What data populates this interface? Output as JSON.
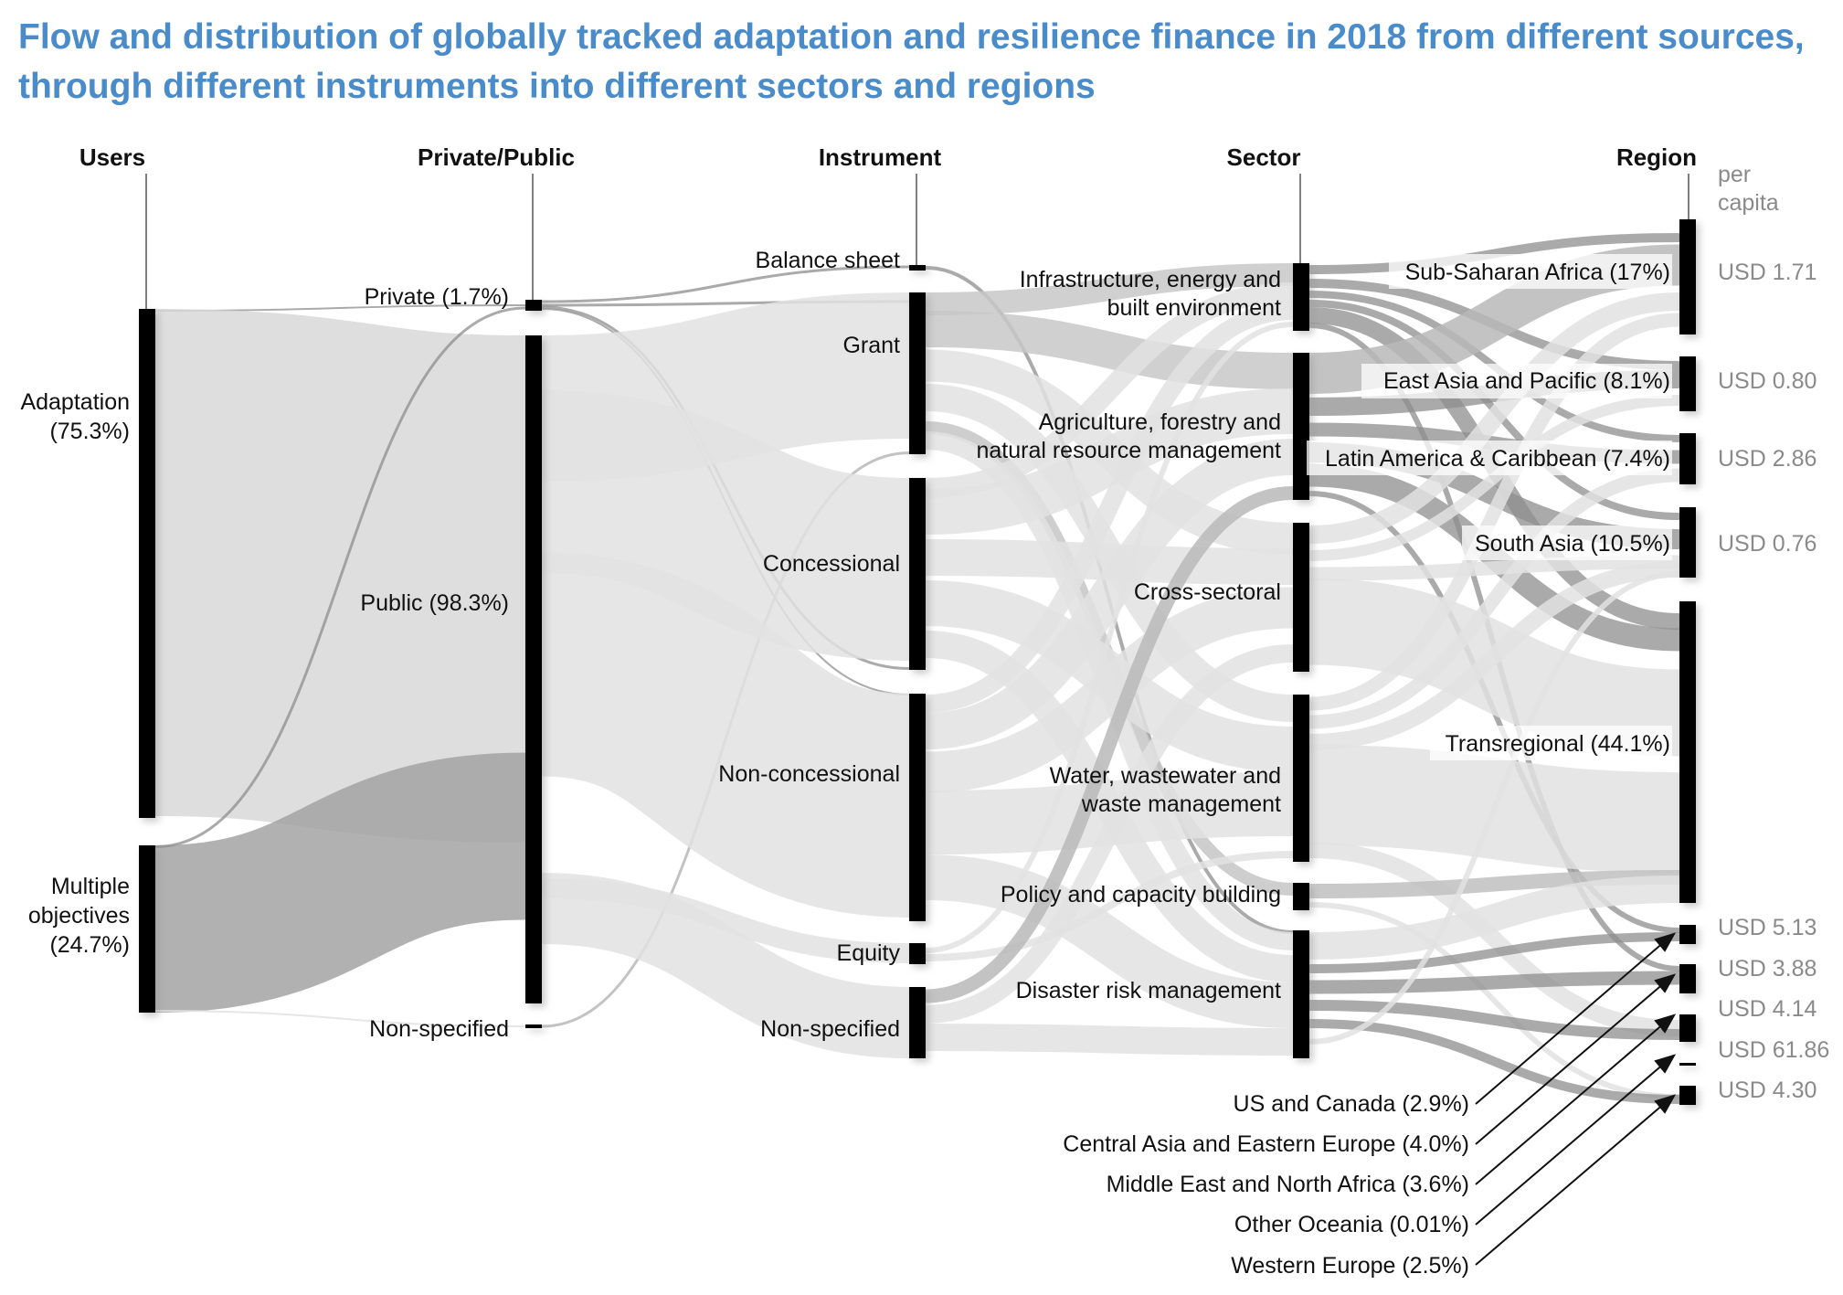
{
  "title": {
    "line1": "Flow and distribution of globally tracked adaptation and resilience finance in 2018 from different sources,",
    "line2": "through different instruments into different sectors and regions"
  },
  "columns": [
    "Users",
    "Private/Public",
    "Instrument",
    "Sector",
    "Region"
  ],
  "per_capita_header": [
    "per",
    "capita"
  ],
  "users": {
    "adaptation": [
      "Adaptation",
      "(75.3%)"
    ],
    "multiple": [
      "Multiple",
      "objectives",
      "(24.7%)"
    ]
  },
  "private_public": {
    "private": "Private (1.7%)",
    "public": "Public (98.3%)",
    "non_specified": "Non-specified"
  },
  "instrument": {
    "balance_sheet": "Balance sheet",
    "grant": "Grant",
    "concessional": "Concessional",
    "non_concessional": "Non-concessional",
    "equity": "Equity",
    "non_specified": "Non-specified"
  },
  "sector": {
    "infrastructure": [
      "Infrastructure, energy and",
      "built environment"
    ],
    "agriculture": [
      "Agriculture, forestry and",
      "natural resource management"
    ],
    "cross_sectoral": "Cross-sectoral",
    "water": [
      "Water, wastewater and",
      "waste management"
    ],
    "policy": "Policy and capacity building",
    "disaster": "Disaster risk management"
  },
  "region": {
    "ssa": "Sub-Saharan Africa (17%)",
    "eap": "East Asia and Pacific (8.1%)",
    "lac": "Latin America & Caribbean (7.4%)",
    "sa": "South Asia (10.5%)",
    "trans": "Transregional (44.1%)",
    "usc": "US and Canada (2.9%)",
    "caee": "Central Asia and Eastern Europe (4.0%)",
    "mena": "Middle East and North Africa (3.6%)",
    "oo": "Other Oceania (0.01%)",
    "we": "Western Europe (2.5%)"
  },
  "per_capita": {
    "ssa": "USD 1.71",
    "eap": "USD 0.80",
    "lac": "USD 2.86",
    "sa": "USD 0.76",
    "usc": "USD 5.13",
    "caee": "USD 3.88",
    "mena": "USD 4.14",
    "oo": "USD 61.86",
    "we": "USD 4.30"
  },
  "colors": {
    "title": "#4a8bc9",
    "node": "#000000",
    "flow_light": "#e2e2e2",
    "flow_mid": "#b8b8b8",
    "flow_dark": "#8e8e8e",
    "per_capita_text": "#8a8a8a"
  }
}
